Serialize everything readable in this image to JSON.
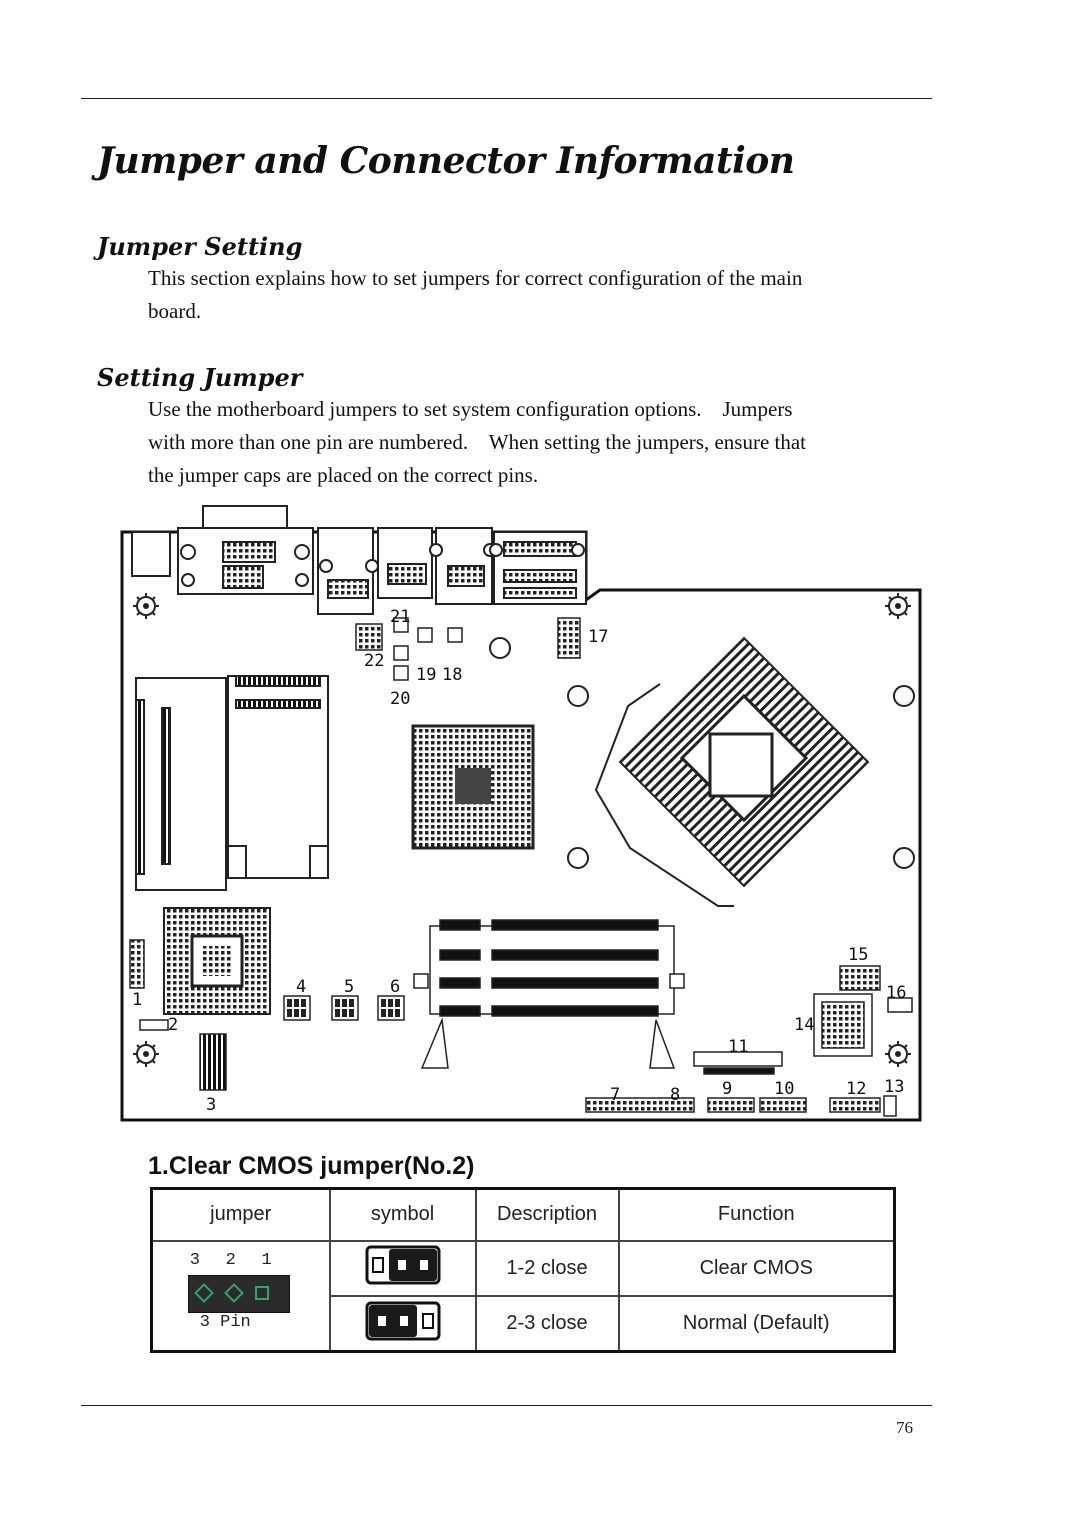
{
  "page": {
    "title": "Jumper and Connector Information",
    "page_number": "76"
  },
  "jumper_setting": {
    "heading": "Jumper Setting",
    "lines": [
      "This section explains how to set jumpers for correct configuration of the main",
      "board."
    ]
  },
  "setting_jumper": {
    "heading": "Setting Jumper",
    "lines": [
      "Use the motherboard jumpers to set system configuration options.    Jumpers",
      "with more than one pin are numbered.    When setting the jumpers, ensure that",
      "the jumper caps are placed on the correct pins."
    ]
  },
  "board_diagram": {
    "labels": [
      "1",
      "2",
      "3",
      "4",
      "5",
      "6",
      "7",
      "8",
      "9",
      "10",
      "11",
      "12",
      "13",
      "14",
      "15",
      "16",
      "17",
      "18",
      "19",
      "20",
      "21",
      "22"
    ]
  },
  "cmos_jumper": {
    "title": "1.Clear CMOS jumper(No.2)",
    "headers": [
      "jumper",
      "symbol",
      "Description",
      "Function"
    ],
    "pin_numbers": [
      "3",
      "2",
      "1"
    ],
    "pin_caption": "3 Pin",
    "rows": [
      {
        "description": "1-2 close",
        "function": "Clear CMOS"
      },
      {
        "description": "2-3 close",
        "function": "Normal (Default)"
      }
    ]
  }
}
